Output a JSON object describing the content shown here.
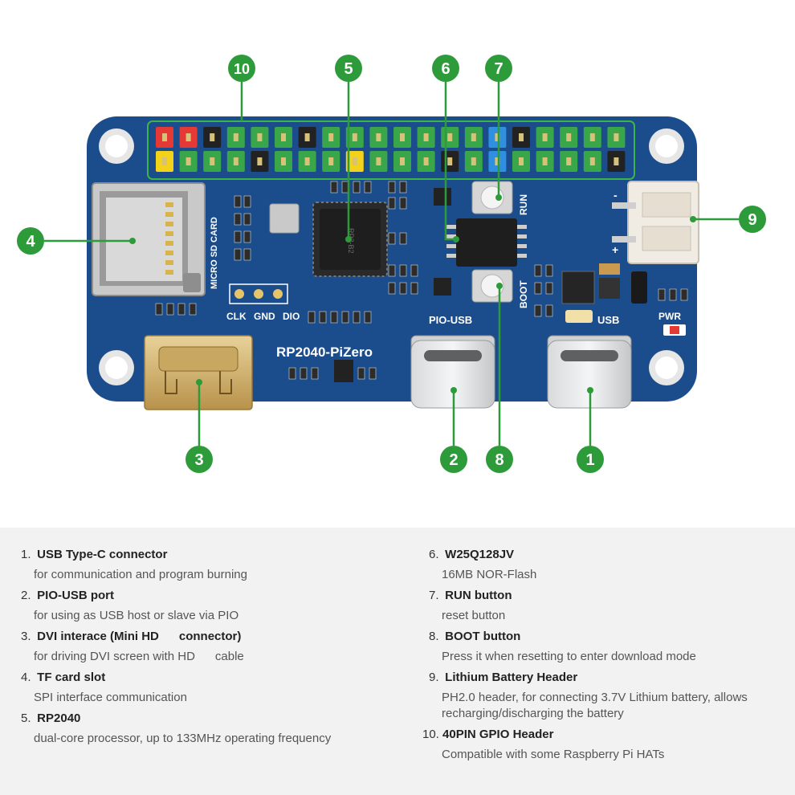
{
  "board": {
    "name": "RP2040-PiZero",
    "silkscreen": {
      "sd_card": "MICRO SD CARD",
      "clk": "CLK",
      "gnd": "GND",
      "dio": "DIO",
      "pio_usb": "PIO-USB",
      "usb": "USB",
      "run": "RUN",
      "boot": "BOOT",
      "pwr": "PWR",
      "minus": "-",
      "plus": "+",
      "chip": "RP2-B2"
    }
  },
  "callouts": [
    "1",
    "2",
    "3",
    "4",
    "5",
    "6",
    "7",
    "8",
    "9",
    "10"
  ],
  "colors": {
    "board": "#1b4d8c",
    "callout": "#2e9b3b",
    "header_outline": "#3bb54a"
  },
  "legend": {
    "left": [
      {
        "num": "1.",
        "title": "USB Type-C connector",
        "desc": "for communication and program burning"
      },
      {
        "num": "2.",
        "title": "PIO-USB port",
        "desc": "for using as USB host or slave via PIO"
      },
      {
        "num": "3.",
        "title": "DVI interace (Mini HD      connector)",
        "desc": "for driving DVI screen with HD      cable"
      },
      {
        "num": "4.",
        "title": "TF card slot",
        "desc": "SPI interface communication"
      },
      {
        "num": "5.",
        "title": "RP2040",
        "desc": "dual-core processor, up to 133MHz operating frequency"
      }
    ],
    "right": [
      {
        "num": "6.",
        "title": "W25Q128JV",
        "desc": "16MB NOR-Flash"
      },
      {
        "num": "7.",
        "title": "RUN button",
        "desc": "reset button"
      },
      {
        "num": "8.",
        "title": "BOOT button",
        "desc": "Press it when resetting to enter download mode"
      },
      {
        "num": "9.",
        "title": "Lithium Battery Header",
        "desc": "PH2.0 header, for connecting 3.7V Lithium battery, allows",
        "desc2": "recharging/discharging the battery"
      },
      {
        "num": "10.",
        "title": "40PIN GPIO Header",
        "desc": "Compatible with some Raspberry Pi HATs"
      }
    ]
  }
}
